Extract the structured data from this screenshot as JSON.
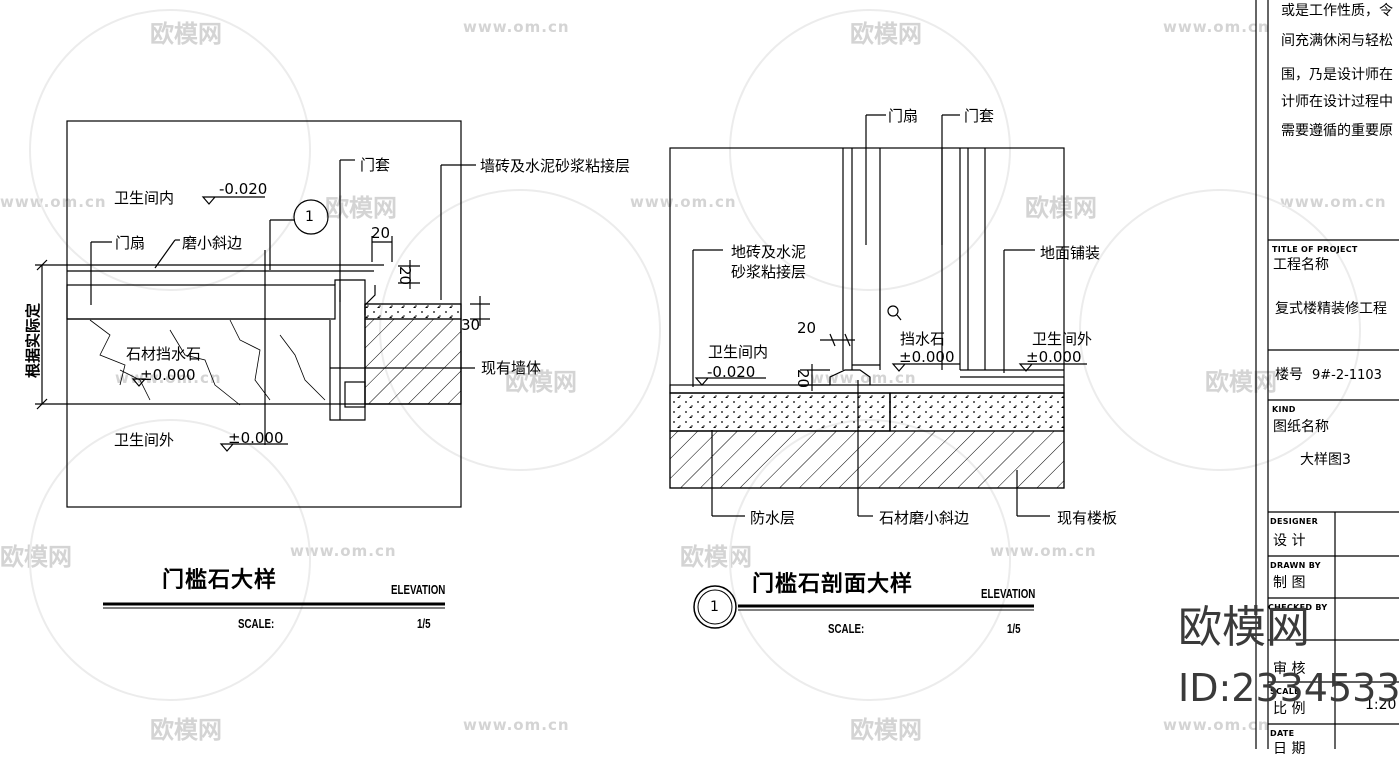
{
  "watermarks": {
    "brand": "欧模网",
    "url": "www.om.cn",
    "logo_text": "欧模网",
    "id_text": "ID:2334533"
  },
  "left_detail": {
    "title": "门槛石大样",
    "tag": "ELEVATION",
    "scale_label": "SCALE:",
    "scale_value": "1/5",
    "labels": {
      "bath_inside": "卫生间内",
      "bath_inside_level": "-0.020",
      "door_leaf": "门扇",
      "bevel": "磨小斜边",
      "door_frame": "门套",
      "wall_tile": "墙砖及水泥砂浆粘接层",
      "callout_num": "1",
      "dim_20": "20",
      "dim_20b": "20",
      "dim_30": "30",
      "stone": "石材挡水石",
      "stone_level": "±0.000",
      "existing_wall": "现有墙体",
      "bath_outside": "卫生间外",
      "bath_outside_level": "±0.000",
      "side_note": "根据实际定"
    }
  },
  "right_detail": {
    "title": "门槛石剖面大样",
    "tag": "ELEVATION",
    "scale_label": "SCALE:",
    "scale_value": "1/5",
    "callout_num": "1",
    "labels": {
      "door_leaf": "门扇",
      "door_frame": "门套",
      "floor_tile_1": "地砖及水泥",
      "floor_tile_2": "砂浆粘接层",
      "floor_finish": "地面铺装",
      "dim_20": "20",
      "dim_20b": "20",
      "bath_inside": "卫生间内",
      "bath_inside_level": "-0.020",
      "stone": "挡水石",
      "stone_level": "±0.000",
      "bath_outside": "卫生间外",
      "bath_outside_level": "±0.000",
      "waterproof": "防水层",
      "bevel": "石材磨小斜边",
      "existing_slab": "现有楼板"
    }
  },
  "title_block": {
    "notes": [
      "或是工作性质，令",
      "间充满休闲与轻松",
      "围，乃是设计师在",
      "计师在设计过程中",
      "需要遵循的重要原"
    ],
    "project_title_en": "TITLE OF PROJECT",
    "project_title_cn": "工程名称",
    "project_name": "复式楼精装修工程",
    "building_label": "楼号",
    "building_value": "9#-2-1103",
    "kind_en": "KIND",
    "kind_cn": "图纸名称",
    "kind_value": "大样图3",
    "designer_en": "DESIGNER",
    "designer_cn": "设 计",
    "drawn_en": "DRAWN BY",
    "drawn_cn": "制 图",
    "checked_en": "CHECKED BY",
    "approved_cn": "审 核",
    "scale_en": "SCALE",
    "scale_cn": "比 例",
    "scale_value": "1:20",
    "date_en": "DATE",
    "date_cn": "日 期"
  }
}
